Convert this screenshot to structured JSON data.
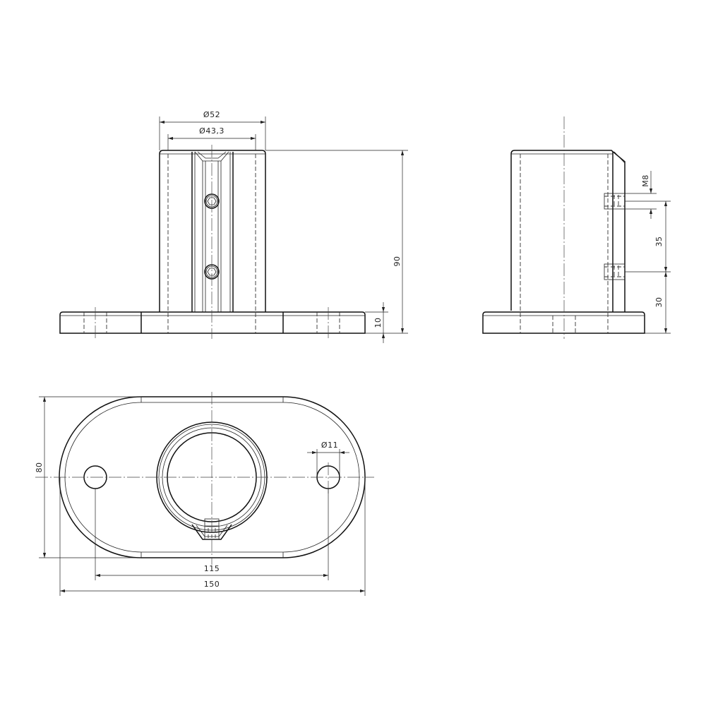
{
  "drawing": {
    "front_view": {
      "dimensions": {
        "outer_diameter": "Ø52",
        "inner_diameter": "Ø43,3",
        "height": "90",
        "base_thickness": "10"
      }
    },
    "side_view": {
      "dimensions": {
        "thread": "M8",
        "screw_spacing": "35",
        "lower_screw_height": "30"
      }
    },
    "top_view": {
      "dimensions": {
        "hole_diameter": "Ø11",
        "hole_spacing": "115",
        "plate_length": "150",
        "plate_width": "80"
      }
    },
    "line_color": "#111111"
  }
}
